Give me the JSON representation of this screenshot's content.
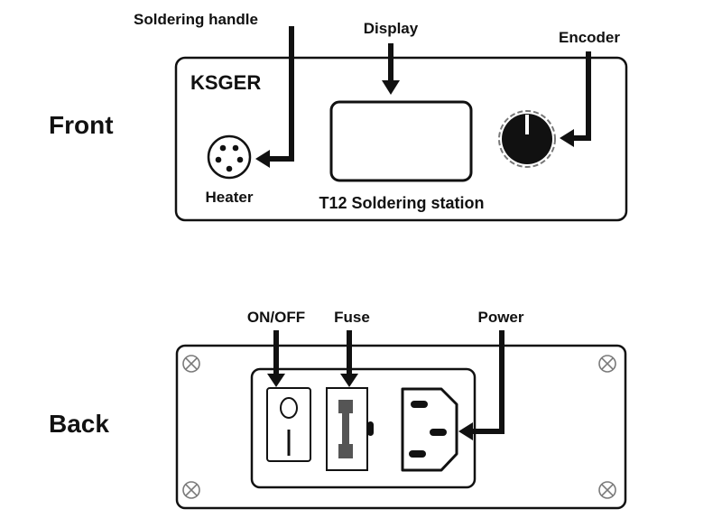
{
  "diagram": {
    "title": "KSGER T12 soldering station panel layout",
    "colors": {
      "ink": "#111111",
      "screw": "#7a7a7a",
      "fuse": "#555555",
      "background": "#ffffff"
    },
    "sections": {
      "front": {
        "label": "Front",
        "brand": "KSGER",
        "model": "T12 Soldering station",
        "components": {
          "heater": {
            "label": "Heater",
            "callout": "Soldering handle",
            "icon": "5-pin-connector-icon"
          },
          "display": {
            "callout": "Display",
            "icon": "display-screen-icon"
          },
          "encoder": {
            "callout": "Encoder",
            "icon": "rotary-knob-icon"
          }
        }
      },
      "back": {
        "label": "Back",
        "components": {
          "switch": {
            "callout": "ON/OFF",
            "on_symbol": "I",
            "off_symbol": "O",
            "icon": "rocker-switch-icon"
          },
          "fuse": {
            "callout": "Fuse",
            "icon": "fuse-holder-icon"
          },
          "power": {
            "callout": "Power",
            "icon": "iec-power-socket-icon"
          }
        },
        "screws": 4
      }
    }
  }
}
